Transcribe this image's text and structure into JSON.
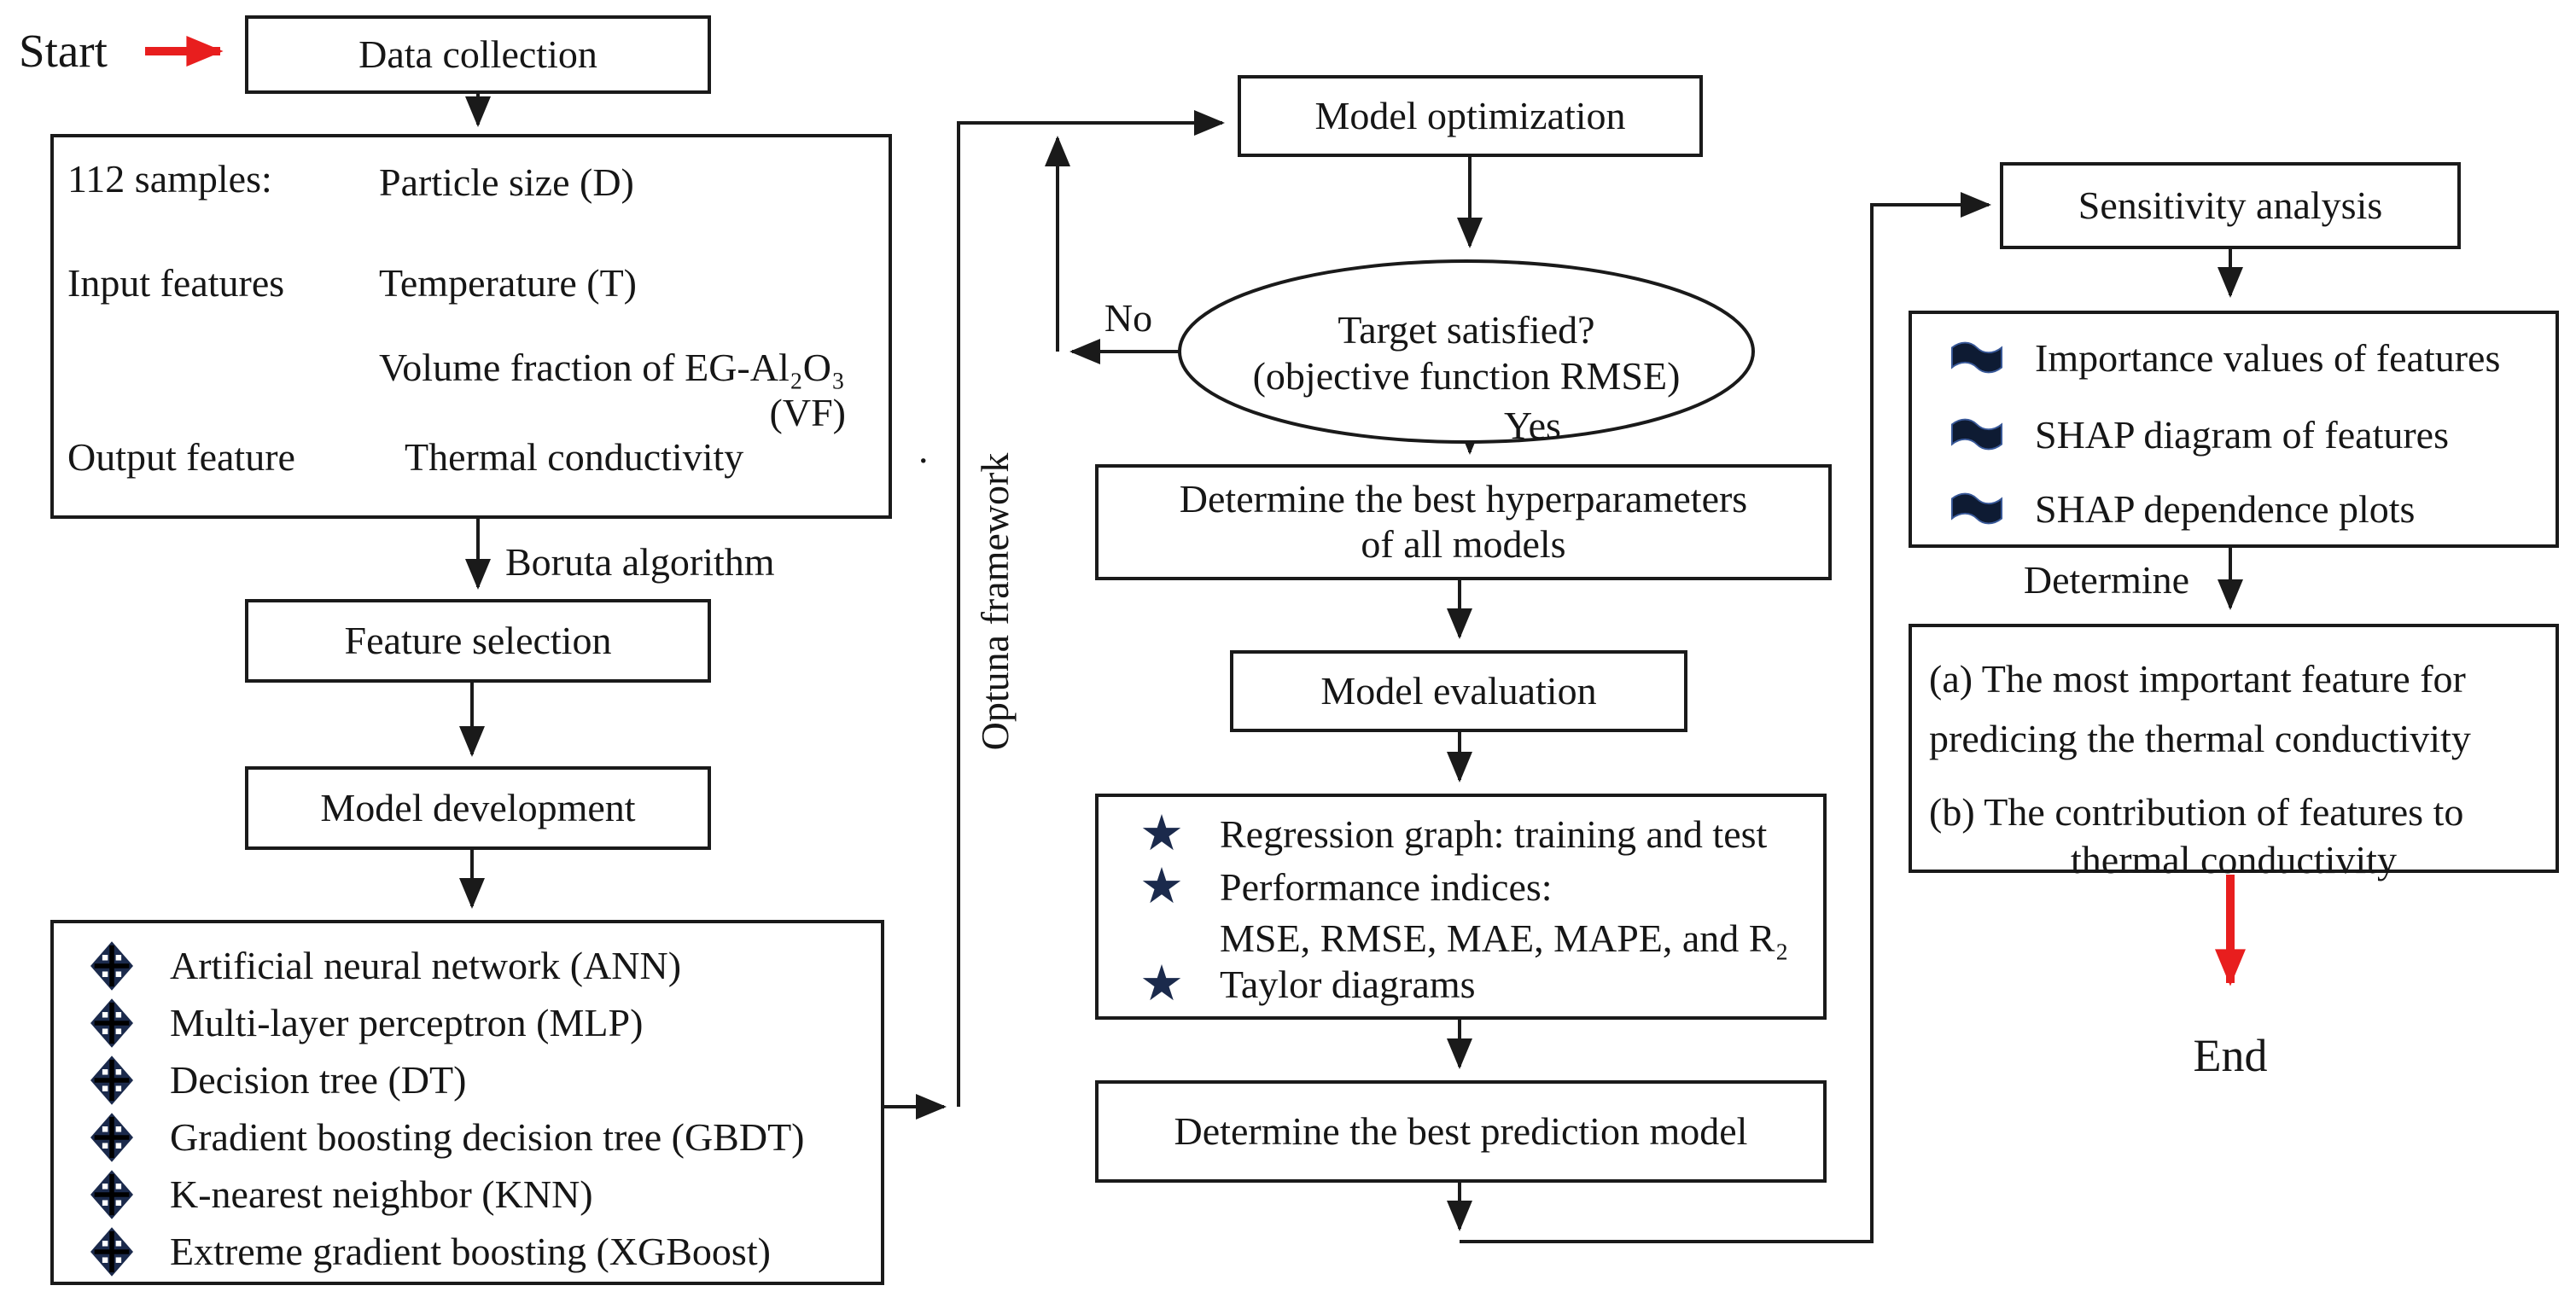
{
  "colors": {
    "red": "#e81e1e",
    "navy": "#1b2a4c",
    "ink": "#1a1a1a"
  },
  "labels": {
    "start": "Start",
    "end": "End",
    "boruta": "Boruta algorithm",
    "optuna": "Optuna framework",
    "no": "No",
    "yes": "Yes",
    "determine": "Determine",
    "stray_period": "."
  },
  "boxes": {
    "data_collection": "Data collection",
    "feature_selection": "Feature selection",
    "model_development": "Model development",
    "model_optimization": "Model optimization",
    "model_evaluation": "Model evaluation",
    "best_model": "Determine the best prediction model",
    "sensitivity": "Sensitivity analysis"
  },
  "decision": {
    "line1": "Target satisfied?",
    "line2": "(objective function RMSE)"
  },
  "hyperparameters": {
    "line1": "Determine the best hyperparameters",
    "line2": "of all models"
  },
  "samples": {
    "title": "112 samples:",
    "input_label": "Input features",
    "features": [
      "Particle size (D)",
      "Temperature (T)",
      "Volume fraction of EG-Al₂O₃",
      "(VF)"
    ],
    "output_label": "Output feature",
    "output_feature": "Thermal conductivity"
  },
  "models": {
    "items": [
      "Artificial neural network (ANN)",
      "Multi-layer perceptron (MLP)",
      "Decision tree (DT)",
      "Gradient boosting decision tree (GBDT)",
      "K-nearest neighbor (KNN)",
      "Extreme gradient boosting (XGBoost)"
    ]
  },
  "evaluation": {
    "items": [
      "Regression graph: training and test",
      "Performance indices:",
      "MSE, RMSE, MAE, MAPE, and R₂",
      "Taylor diagrams"
    ]
  },
  "sensitivity_outputs": {
    "items": [
      "Importance values of features",
      "SHAP diagram of features",
      "SHAP dependence plots"
    ]
  },
  "results": {
    "lines": [
      "(a) The most important feature for",
      "predicing the thermal conductivity",
      "(b) The contribution of features to",
      "thermal conductivity"
    ]
  }
}
